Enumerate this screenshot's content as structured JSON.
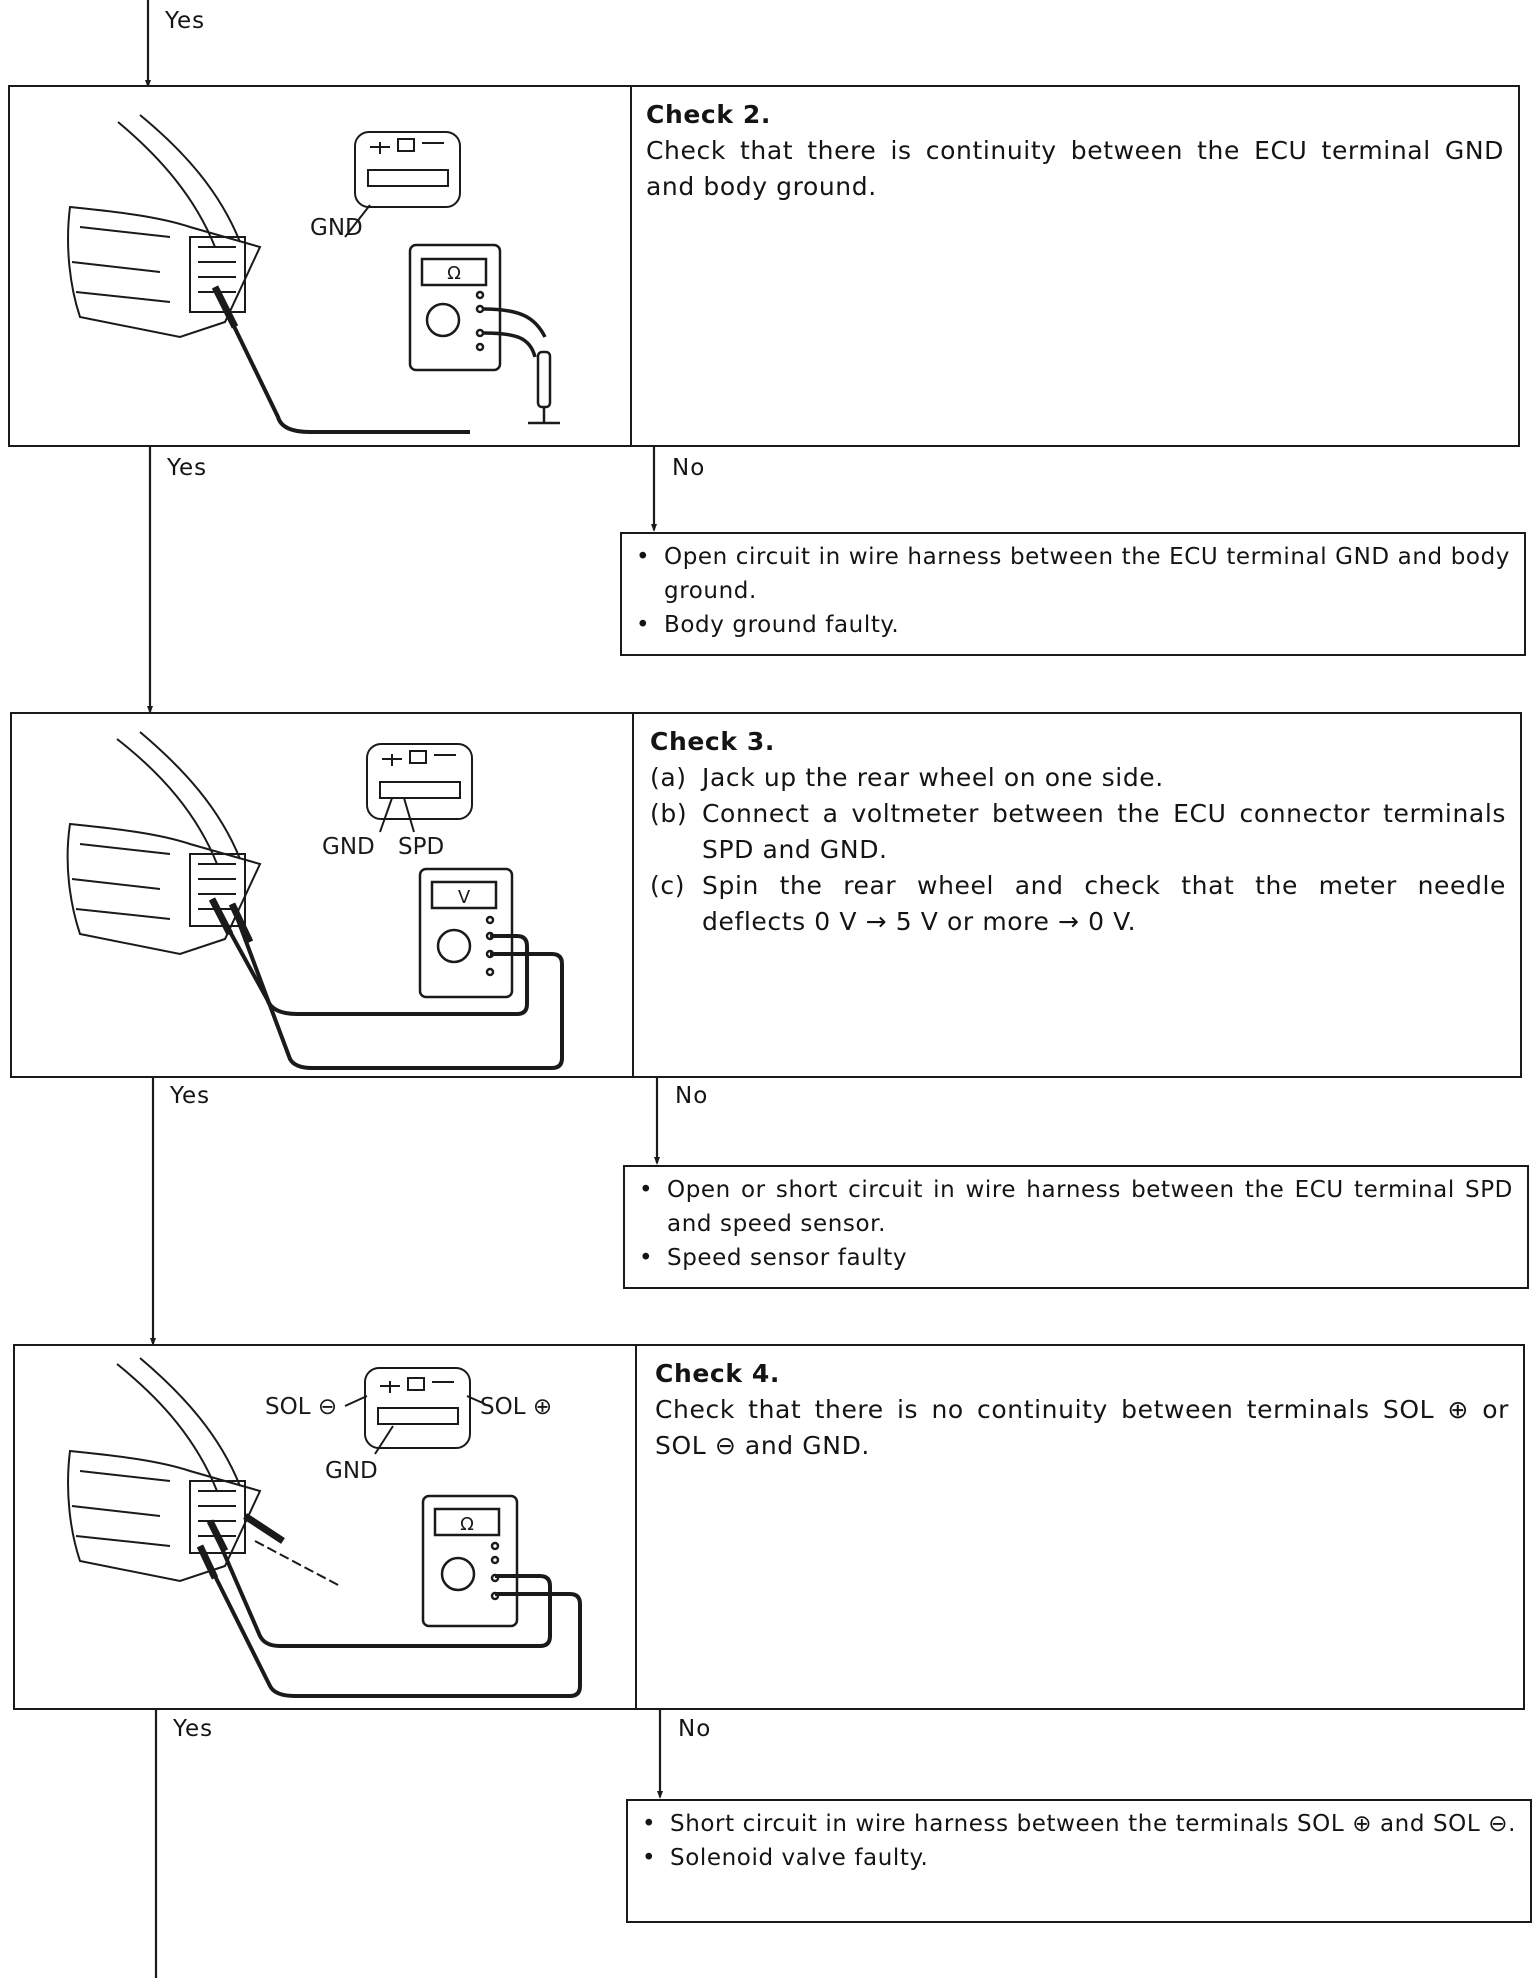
{
  "top_yes": "Yes",
  "checks": [
    {
      "title": "Check 2.",
      "body": "Check that there is continuity between the ECU terminal GND and body ground.",
      "figure_labels": [
        "GND"
      ],
      "meter_symbol": "Ω"
    },
    {
      "title": "Check 3.",
      "steps": [
        {
          "label": "(a)",
          "text": "Jack up the rear wheel on one side."
        },
        {
          "label": "(b)",
          "text": "Connect a voltmeter between the ECU connector terminals SPD and GND."
        },
        {
          "label": "(c)",
          "text": "Spin the rear wheel and check that the meter needle deflects 0 V → 5 V or more → 0 V."
        }
      ],
      "figure_labels": [
        "GND",
        "SPD"
      ],
      "meter_symbol": "V"
    },
    {
      "title": "Check 4.",
      "body": "Check that there is no continuity between terminals SOL ⊕ or SOL ⊖ and GND.",
      "figure_labels": [
        "SOL ⊖",
        "SOL ⊕",
        "GND"
      ],
      "meter_symbol": "Ω"
    }
  ],
  "branches": [
    {
      "yes": "Yes",
      "no": "No"
    },
    {
      "yes": "Yes",
      "no": "No"
    },
    {
      "yes": "Yes",
      "no": "No"
    }
  ],
  "faults": [
    [
      "Open circuit in wire harness between the ECU terminal GND and body ground.",
      "Body ground faulty."
    ],
    [
      "Open or short circuit in wire harness between the ECU terminal SPD and speed sensor.",
      "Speed sensor faulty"
    ],
    [
      "Short circuit in wire harness between the terminals SOL ⊕ and SOL ⊖.",
      "Solenoid valve faulty."
    ]
  ],
  "bullet": "•"
}
